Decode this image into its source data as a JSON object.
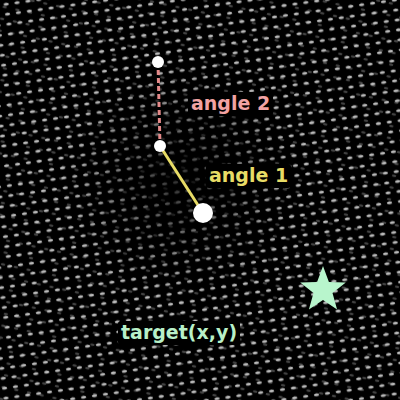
{
  "diagram": {
    "labels": [
      "angle 2",
      "angle 1",
      "target(x,y)"
    ]
  }
}
